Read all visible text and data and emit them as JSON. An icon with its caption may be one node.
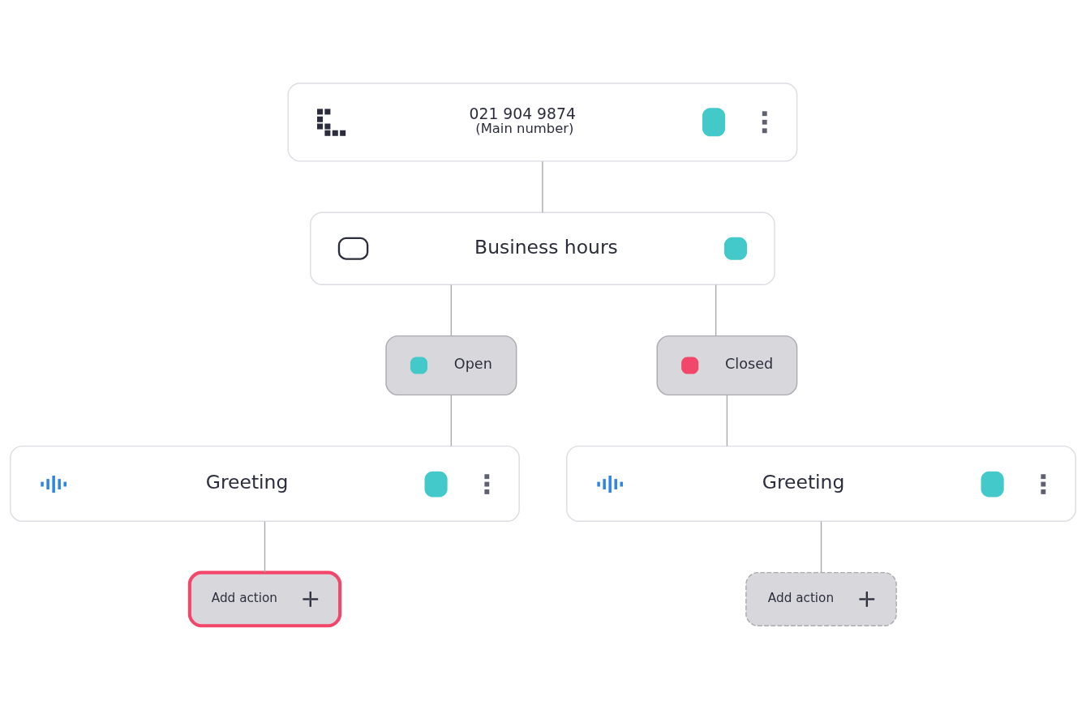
{
  "diagram": {
    "nodes": [
      {
        "text": [
          "021 904 9874",
          "(Main number)"
        ]
      },
      {
        "text": [
          "Business hours"
        ]
      },
      {
        "text": [
          "Open"
        ]
      },
      {
        "text": [
          "Closed"
        ]
      },
      {
        "text": [
          "Greeting"
        ]
      },
      {
        "text": [
          "Greeting"
        ]
      },
      {
        "text": [
          "Add action"
        ]
      },
      {
        "text": [
          "Add action"
        ]
      }
    ],
    "edges": [
      {
        "from": 0,
        "to": 1,
        "arrow": "none"
      },
      {
        "from": 1,
        "to": 2,
        "arrow": "none"
      },
      {
        "from": 1,
        "to": 3,
        "arrow": "none"
      },
      {
        "from": 2,
        "to": 4,
        "arrow": "none"
      },
      {
        "from": 3,
        "to": 5,
        "arrow": "none"
      },
      {
        "from": 4,
        "to": 6,
        "arrow": "none"
      },
      {
        "from": 5,
        "to": 7,
        "arrow": "none"
      }
    ]
  }
}
